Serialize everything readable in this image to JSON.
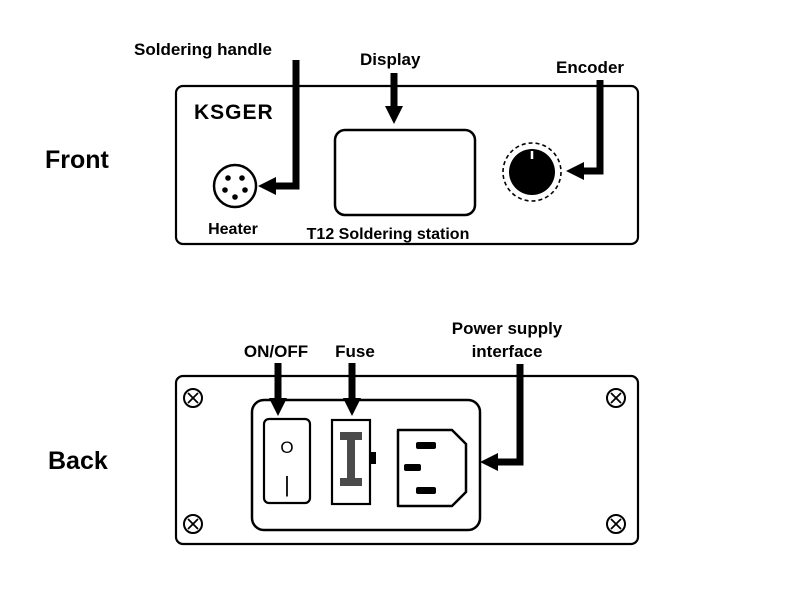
{
  "diagram": {
    "front": {
      "section_label": "Front",
      "brand": "KSGER",
      "heater_label": "Heater",
      "station_label": "T12 Soldering station",
      "callout_soldering_handle": "Soldering handle",
      "callout_display": "Display",
      "callout_encoder": "Encoder"
    },
    "back": {
      "section_label": "Back",
      "callout_on_off": "ON/OFF",
      "callout_fuse": "Fuse",
      "callout_power_line1": "Power supply",
      "callout_power_line2": "interface",
      "switch_off_symbol": "O",
      "switch_on_symbol": "|"
    },
    "colors": {
      "ink": "#000000",
      "background": "#ffffff"
    }
  }
}
